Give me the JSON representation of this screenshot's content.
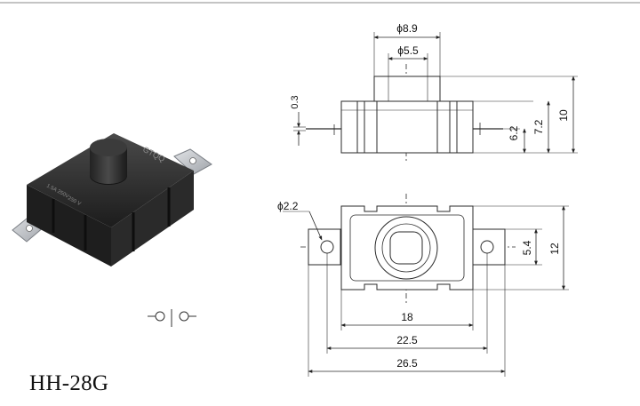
{
  "model": {
    "name": "HH-28G"
  },
  "photo": {
    "body_marking_top": "GTQQ",
    "body_marking_side_1": "1.5A 250V",
    "body_marking_side_2": "250 V"
  },
  "front_view": {
    "dim_cap_outer": "ϕ8.9",
    "dim_cap_inner": "ϕ5.5",
    "dim_plate": "0.3",
    "dim_body_h": "6.2",
    "dim_total_nocap": "7.2",
    "dim_total": "10"
  },
  "top_view": {
    "dim_hole": "ϕ2.2",
    "dim_lug_w": "5.4",
    "dim_body_w": "12",
    "dim_body_len": "18",
    "dim_hole_pitch": "22.5",
    "dim_total_len": "26.5"
  },
  "colors": {
    "line": "#2a2a2a",
    "body": "#2b2b2b",
    "lug": "#c9ccd1"
  }
}
